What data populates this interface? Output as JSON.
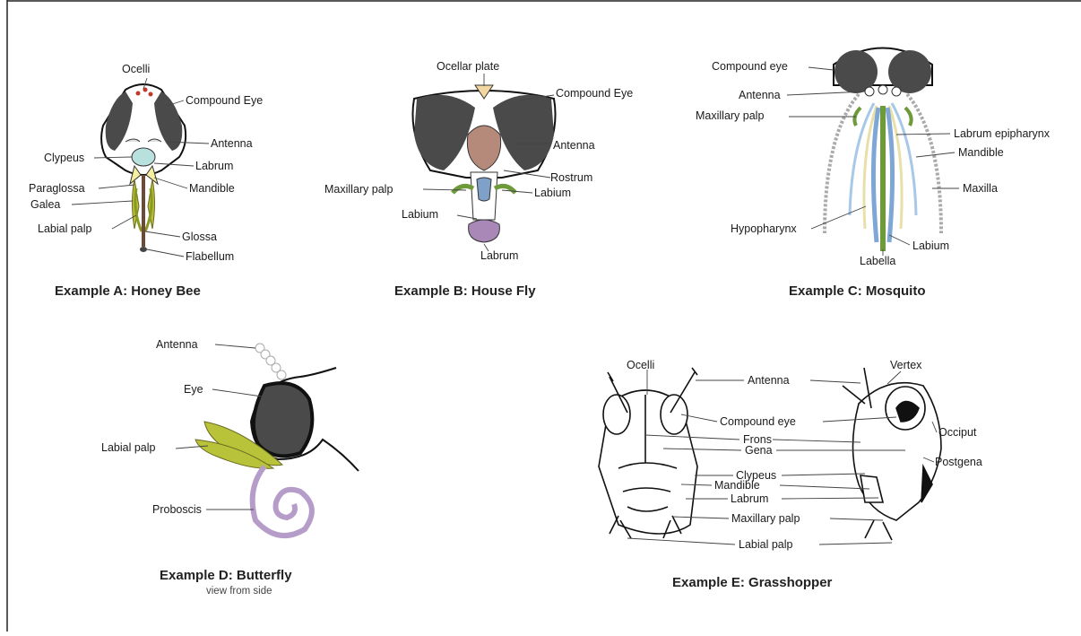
{
  "examples": {
    "honey_bee": {
      "caption": "Example A: Honey Bee",
      "labels": {
        "ocelli": "Ocelli",
        "compound_eye": "Compound Eye",
        "antenna": "Antenna",
        "clypeus": "Clypeus",
        "labrum": "Labrum",
        "paraglossa": "Paraglossa",
        "mandible": "Mandible",
        "galea": "Galea",
        "labial_palp": "Labial palp",
        "glossa": "Glossa",
        "flabellum": "Flabellum"
      }
    },
    "house_fly": {
      "caption": "Example B: House Fly",
      "labels": {
        "ocellar_plate": "Ocellar plate",
        "compound_eye": "Compound Eye",
        "antenna": "Antenna",
        "rostrum": "Rostrum",
        "maxillary_palp": "Maxillary palp",
        "labium_right": "Labium",
        "labium_left": "Labium",
        "labrum": "Labrum"
      }
    },
    "mosquito": {
      "caption": "Example C: Mosquito",
      "labels": {
        "compound_eye": "Compound eye",
        "antenna": "Antenna",
        "maxillary_palp": "Maxillary palp",
        "labrum_epipharynx": "Labrum epipharynx",
        "mandible": "Mandible",
        "maxilla": "Maxilla",
        "hypopharynx": "Hypopharynx",
        "labium": "Labium",
        "labella": "Labella"
      }
    },
    "butterfly": {
      "caption": "Example D: Butterfly",
      "subcaption": "view from side",
      "labels": {
        "antenna": "Antenna",
        "eye": "Eye",
        "labial_palp": "Labial palp",
        "proboscis": "Proboscis"
      }
    },
    "grasshopper": {
      "caption": "Example E: Grasshopper",
      "labels": {
        "ocelli": "Ocelli",
        "antenna": "Antenna",
        "vertex": "Vertex",
        "compound_eye": "Compound eye",
        "occiput": "Occiput",
        "frons": "Frons",
        "gena": "Gena",
        "postgena": "Postgena",
        "clypeus": "Clypeus",
        "mandible": "Mandible",
        "labrum": "Labrum",
        "maxillary_palp": "Maxillary palp",
        "labial_palp": "Labial palp"
      }
    }
  },
  "colors": {
    "eye": "#4a4a4a",
    "mouthpart_green": "#b9c33a",
    "bee_glossa": "#6b4a3a",
    "fly_rostrum": "#b58a7a",
    "fly_labrum": "#a988b8",
    "mosquito_blue": "#7fa7d6",
    "mosquito_green": "#6f9a3a",
    "proboscis": "#b59cc9",
    "labrum_teal": "#b8e0dc"
  }
}
